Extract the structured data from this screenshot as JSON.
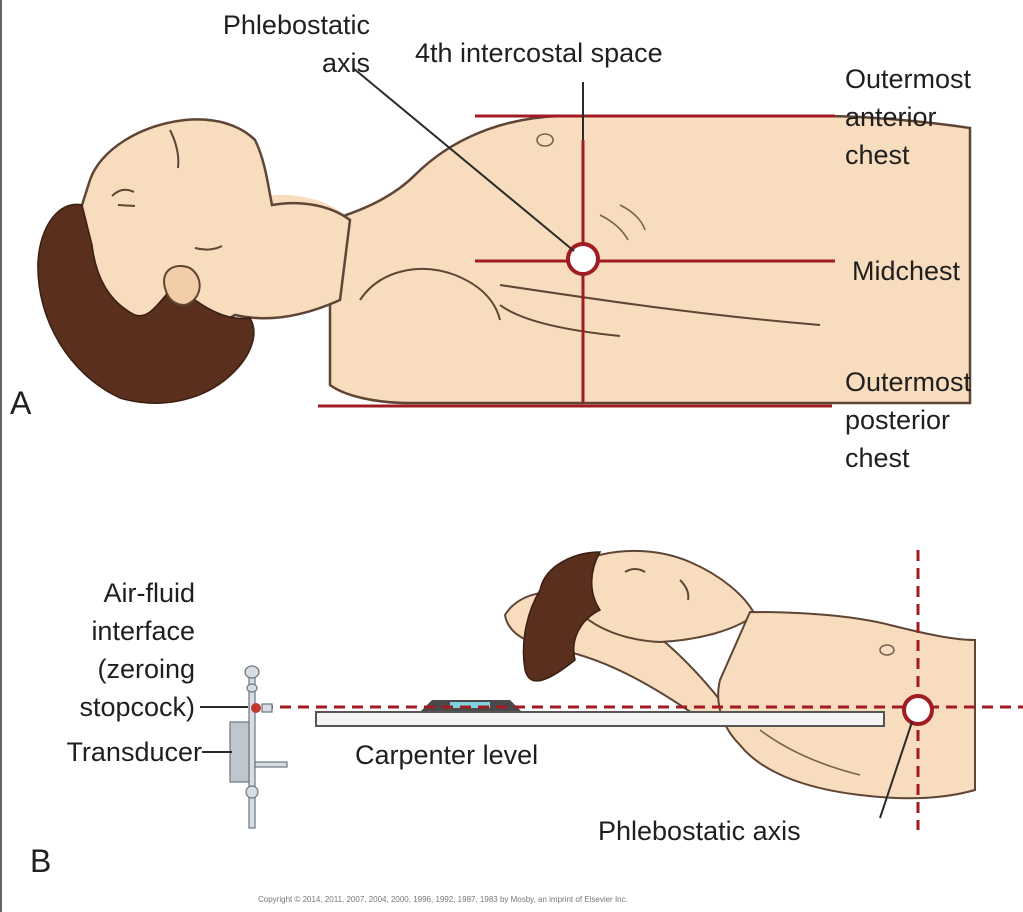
{
  "panel_a": {
    "letter": "A",
    "labels": {
      "phlebostatic_axis": [
        "Phlebostatic",
        "axis"
      ],
      "intercostal": "4th intercostal space",
      "anterior": [
        "Outermost",
        "anterior",
        "chest"
      ],
      "midchest": "Midchest",
      "posterior": [
        "Outermost",
        "posterior",
        "chest"
      ]
    }
  },
  "panel_b": {
    "letter": "B",
    "labels": {
      "air_fluid": [
        "Air-fluid",
        "interface",
        "(zeroing",
        "stopcock)"
      ],
      "transducer": "Transducer",
      "carpenter_level": "Carpenter level",
      "phlebostatic_axis": "Phlebostatic axis"
    }
  },
  "copyright": "Copyright © 2014, 2011, 2007, 2004, 2000, 1996, 1992, 1987, 1983 by Mosby, an imprint of Elsevier Inc.",
  "colors": {
    "reference_line": "#a11c22",
    "skin": "#f7dcbd",
    "skin_outline": "#5e4535",
    "hair": "#5a2f1e",
    "leader": "#2a2a2a"
  }
}
